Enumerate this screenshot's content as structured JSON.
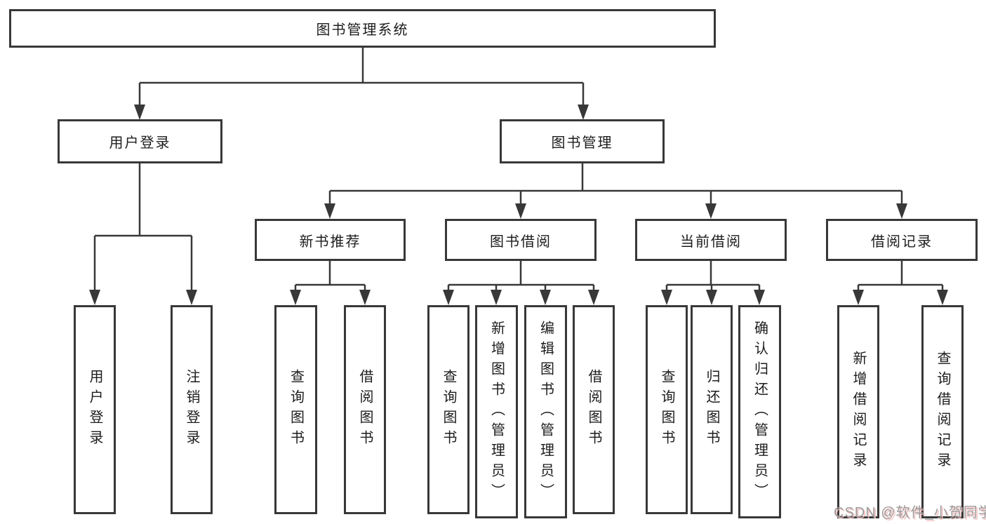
{
  "diagram_title": "图书管理系统",
  "tree": {
    "label": "图书管理系统",
    "children": [
      {
        "label": "用户登录",
        "children": [
          {
            "label": "用户登录"
          },
          {
            "label": "注销登录"
          }
        ]
      },
      {
        "label": "图书管理",
        "children": [
          {
            "label": "新书推荐",
            "children": [
              {
                "label": "查询图书"
              },
              {
                "label": "借阅图书"
              }
            ]
          },
          {
            "label": "图书借阅",
            "children": [
              {
                "label": "查询图书"
              },
              {
                "label": "新增图书（管理员）"
              },
              {
                "label": "编辑图书（管理员）"
              },
              {
                "label": "借阅图书"
              }
            ]
          },
          {
            "label": "当前借阅",
            "children": [
              {
                "label": "查询图书"
              },
              {
                "label": "归还图书"
              },
              {
                "label": "确认归还（管理员）"
              }
            ]
          },
          {
            "label": "借阅记录",
            "children": [
              {
                "label": "新增借阅记录"
              },
              {
                "label": "查询借阅记录"
              }
            ]
          }
        ]
      }
    ]
  },
  "watermark": {
    "text": "CSDN @软件_小贺同学"
  },
  "colors": {
    "line": "#383838",
    "box_border": "#383838",
    "text": "#1c1c1c",
    "background": "#ffffff",
    "watermark_gray": "#9c9c9c",
    "watermark_pink": "#f3b9b9"
  }
}
